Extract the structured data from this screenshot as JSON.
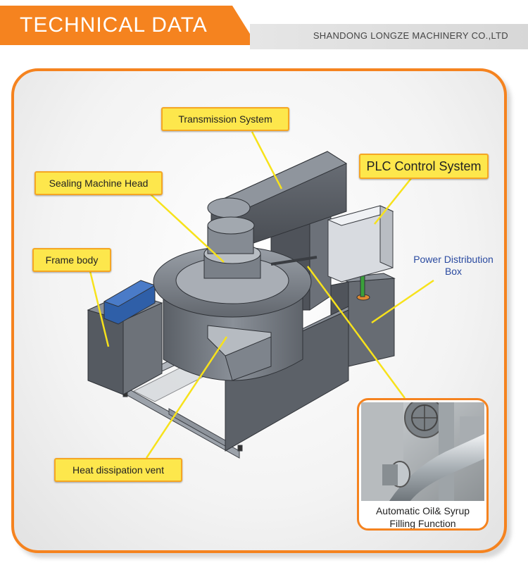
{
  "header": {
    "title": "TECHNICAL  DATA",
    "company": "SHANDONG LONGZE MACHINERY CO.,LTD"
  },
  "callouts": {
    "transmission": "Transmission System",
    "plc": "PLC Control System",
    "sealing_head": "Sealing Machine Head",
    "frame_body": "Frame body",
    "power_box": "Power Distribution Box",
    "heat_vent": "Heat dissipation vent",
    "filling_line1": "Automatic  Oil& Syrup",
    "filling_line2": "Filling Function"
  },
  "colors": {
    "accent": "#f5831f",
    "callout_fill": "#fde74c",
    "leader_line": "#f7e21b",
    "label_blue": "#2a4aa0"
  }
}
